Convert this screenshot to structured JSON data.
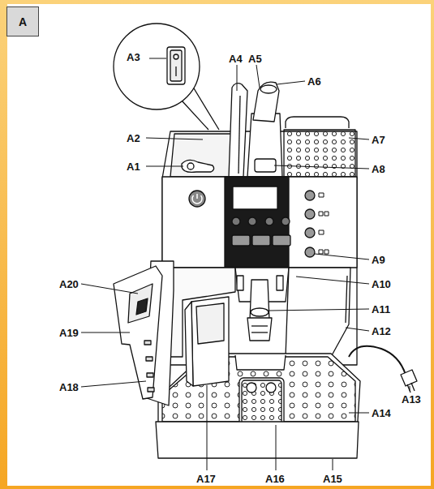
{
  "diagram": {
    "nodes": [
      {
        "text": [
          "A"
        ]
      },
      {
        "text": [
          "A3"
        ]
      }
    ],
    "labels": [
      "A4",
      "A5",
      "A6",
      "A2",
      "A7",
      "A1",
      "A8",
      "A9",
      "A20",
      "A10",
      "A11",
      "A19",
      "A12",
      "A13",
      "A18",
      "A14",
      "A17",
      "A16",
      "A15"
    ]
  }
}
